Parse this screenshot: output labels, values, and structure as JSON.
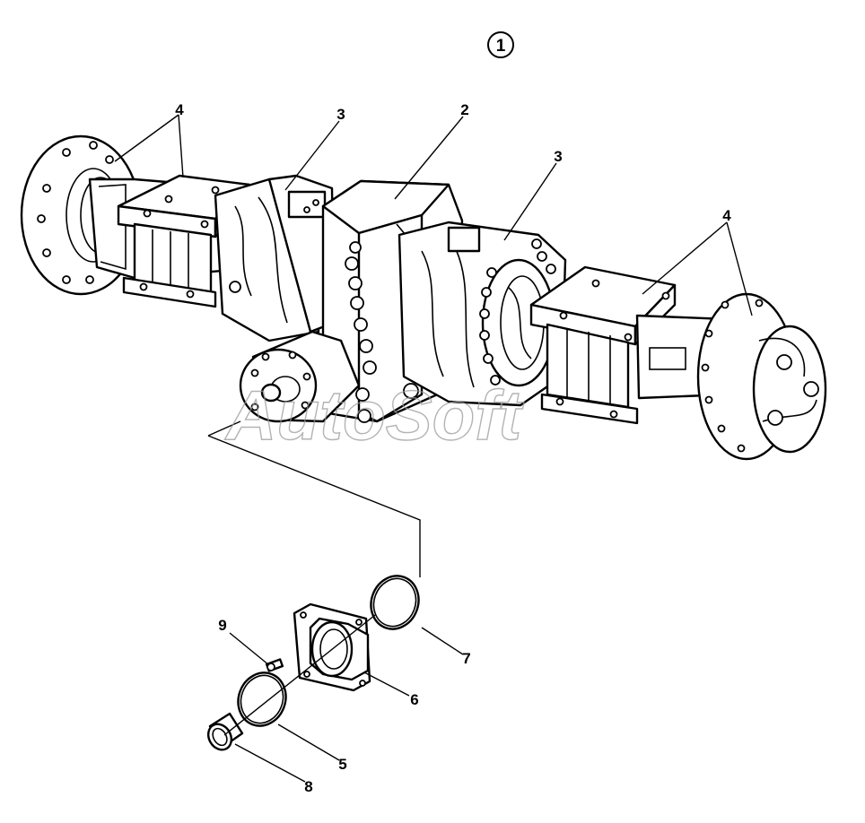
{
  "view_number": "1",
  "watermark": "AutoSoft",
  "callouts": [
    {
      "id": "c4a",
      "text": "4"
    },
    {
      "id": "c3a",
      "text": "3"
    },
    {
      "id": "c2",
      "text": "2"
    },
    {
      "id": "c3b",
      "text": "3"
    },
    {
      "id": "c4b",
      "text": "4"
    },
    {
      "id": "c9",
      "text": "9"
    },
    {
      "id": "c7",
      "text": "7"
    },
    {
      "id": "c6",
      "text": "6"
    },
    {
      "id": "c5",
      "text": "5"
    },
    {
      "id": "c8",
      "text": "8"
    }
  ]
}
